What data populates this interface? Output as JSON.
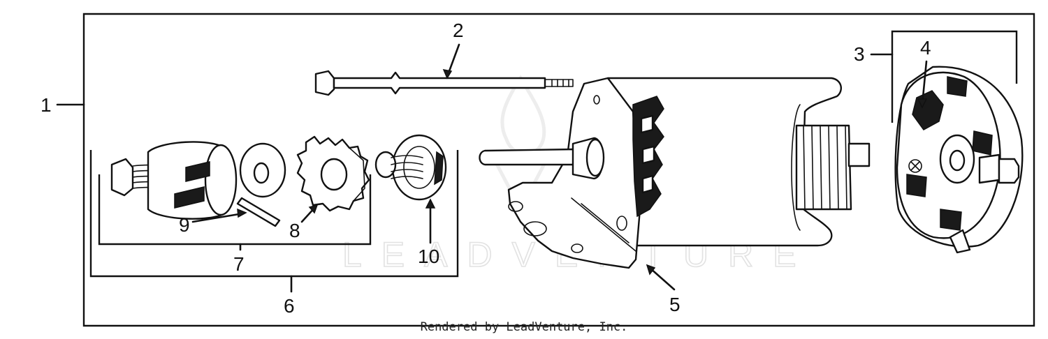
{
  "callouts": {
    "c1": "1",
    "c2": "2",
    "c3": "3",
    "c4": "4",
    "c5": "5",
    "c6": "6",
    "c7": "7",
    "c8": "8",
    "c9": "9",
    "c10": "10"
  },
  "credit": "Rendered by LeadVenture, Inc.",
  "watermark": "LEADVENTURE",
  "colors": {
    "ink": "#111111",
    "paper": "#ffffff",
    "watermark": "#e2e2e2"
  }
}
